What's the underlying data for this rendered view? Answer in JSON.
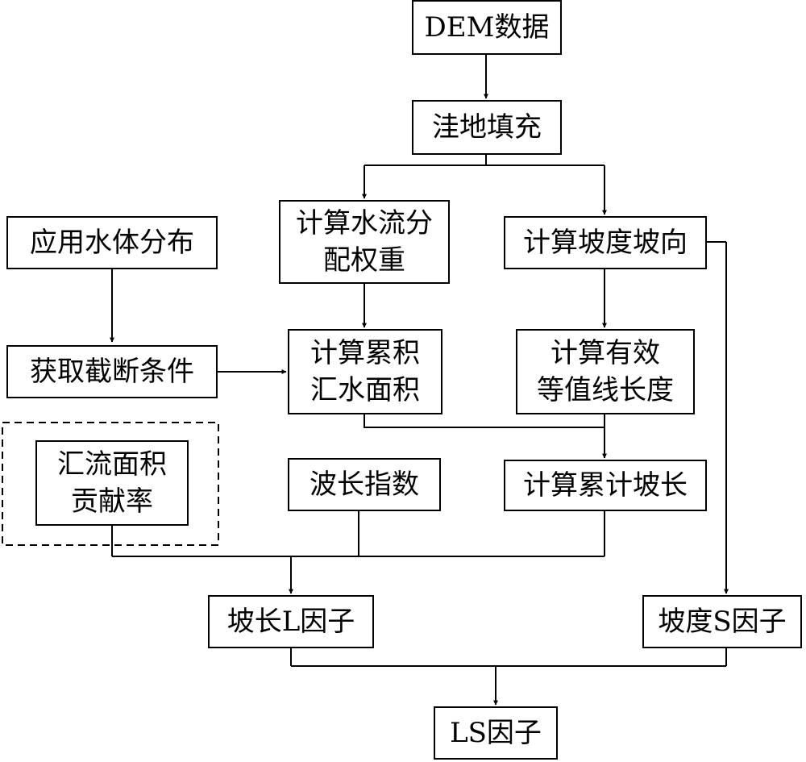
{
  "diagram": {
    "nodes": {
      "dem": "DEM数据",
      "fill": "洼地填充",
      "flow_dir_l1": "计算水流分",
      "flow_dir_l2": "配权重",
      "slope_aspect": "计算坡度坡向",
      "water_dist": "应用水体分布",
      "cutoff": "获取截断条件",
      "flow_acc_l1": "计算累积",
      "flow_acc_l2": "汇水面积",
      "contour_l1": "计算有效",
      "contour_l2": "等值线长度",
      "contrib_l1": "汇流面积",
      "contrib_l2": "贡献率",
      "wave_index": "波长指数",
      "cum_slope_len": "计算累计坡长",
      "l_factor": "坡长L因子",
      "s_factor": "坡度S因子",
      "ls_factor": "LS因子"
    }
  }
}
